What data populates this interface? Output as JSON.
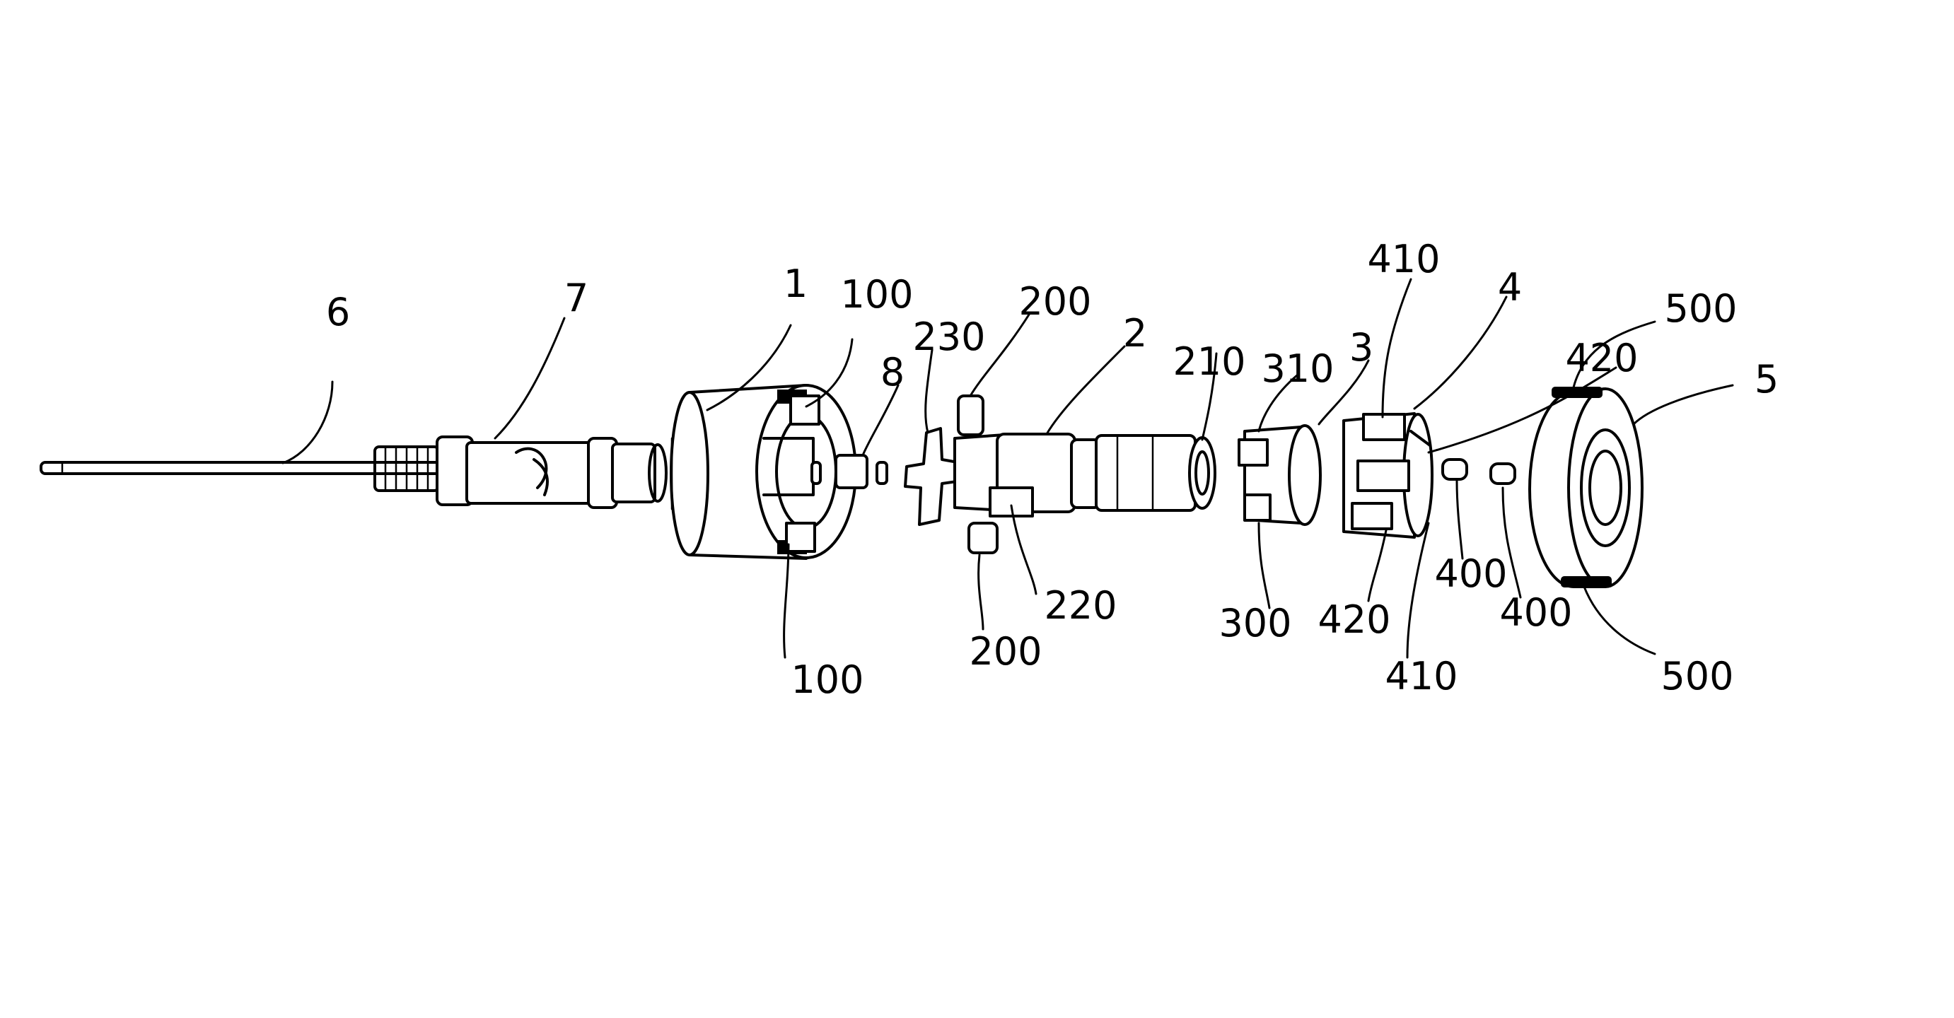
{
  "labels": {
    "l6": "6",
    "l7": "7",
    "l1": "1",
    "l100a": "100",
    "l100b": "100",
    "l8": "8",
    "l230": "230",
    "l200a": "200",
    "l200b": "200",
    "l2": "2",
    "l220": "220",
    "l210": "210",
    "l310": "310",
    "l3": "3",
    "l300": "300",
    "l410a": "410",
    "l410b": "410",
    "l4": "4",
    "l420a": "420",
    "l420b": "420",
    "l400a": "400",
    "l400b": "400",
    "l500a": "500",
    "l500b": "500",
    "l5": "5"
  }
}
